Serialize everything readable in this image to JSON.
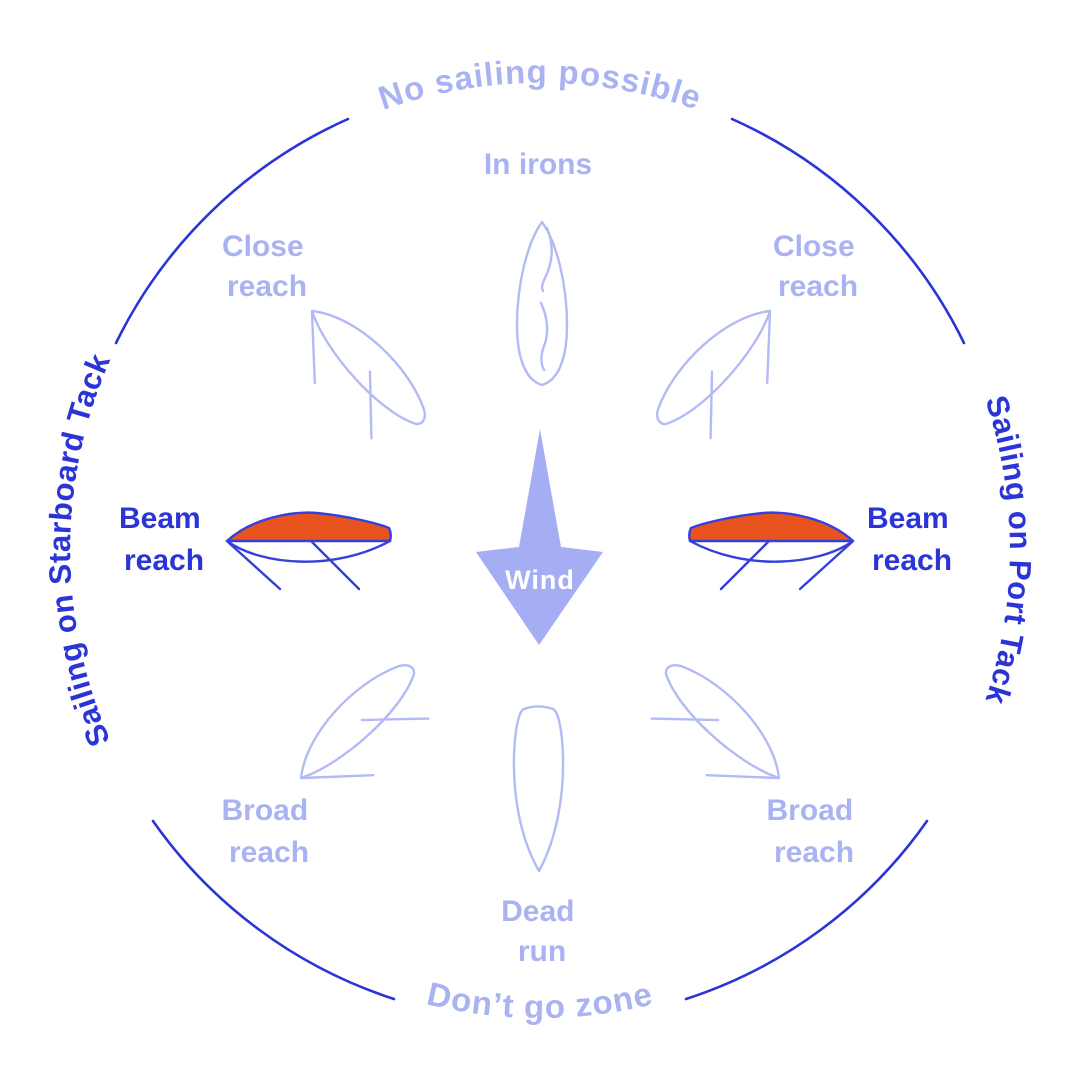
{
  "ring": {
    "top_zone_label": "No sailing possible",
    "bottom_zone_label": "Don’t go zone",
    "left_tack_label": "Sailing on Starboard Tack",
    "right_tack_label": "Sailing on Port Tack"
  },
  "wind": {
    "label": "Wind"
  },
  "points_of_sail": {
    "in_irons": {
      "line1": "In irons"
    },
    "close_reach_left": {
      "line1": "Close",
      "line2": "reach"
    },
    "close_reach_right": {
      "line1": "Close",
      "line2": "reach"
    },
    "beam_reach_left": {
      "line1": "Beam",
      "line2": "reach"
    },
    "beam_reach_right": {
      "line1": "Beam",
      "line2": "reach"
    },
    "broad_reach_left": {
      "line1": "Broad",
      "line2": "reach"
    },
    "broad_reach_right": {
      "line1": "Broad",
      "line2": "reach"
    },
    "dead_run": {
      "line1": "Dead",
      "line2": "run"
    }
  },
  "colors": {
    "ring_blue": "#2b34d6",
    "label_light": "#aab3f2",
    "label_dark": "#2b34d6",
    "boat_light": "#b3bbf5",
    "boat_dark": "#3340dc",
    "sail_orange": "#e9531d",
    "wind_arrow": "#a5aef2",
    "wind_label": "#ffffff",
    "background": "#ffffff"
  }
}
